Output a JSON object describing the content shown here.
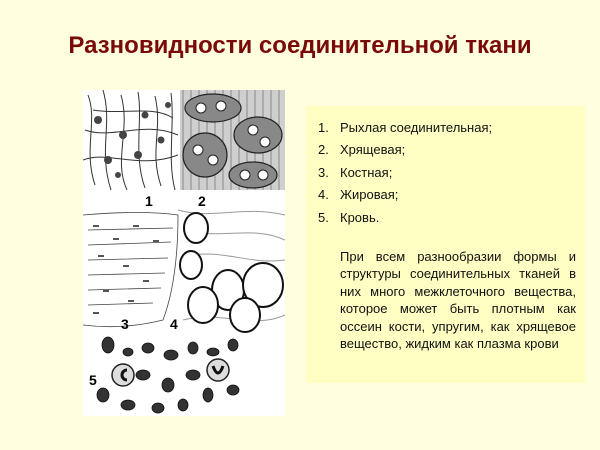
{
  "slide": {
    "title": "Разновидности соединительной ткани",
    "background_color": "#ffffe0",
    "title_color": "#7a0a0a",
    "panel_color": "#ffffc4"
  },
  "figure": {
    "description": "Histology illustrations of connective tissue types",
    "labels": [
      "1",
      "2",
      "3",
      "4",
      "5"
    ]
  },
  "list": {
    "items": [
      {
        "num": "1.",
        "label": "Рыхлая соединительная;"
      },
      {
        "num": "2.",
        "label": "Хрящевая;"
      },
      {
        "num": "3.",
        "label": "Костная;"
      },
      {
        "num": "4.",
        "label": "Жировая;"
      },
      {
        "num": "5.",
        "label": "Кровь."
      }
    ]
  },
  "description": "При всем разнообразии формы и структуры соединительных тканей в них много межклеточного вещества, которое может быть плотным как оссеин кости, упругим, как хрящевое вещество, жидким как плазма крови"
}
